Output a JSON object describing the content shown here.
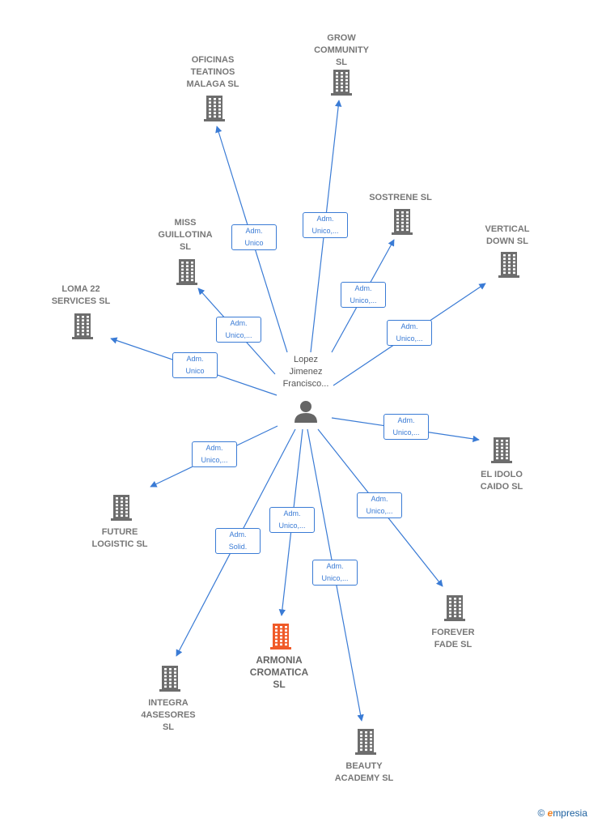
{
  "center": {
    "name": "Lopez\nJimenez\nFrancisco..."
  },
  "companies": [
    {
      "id": "grow",
      "name": "GROW\nCOMMUNITY\nSL",
      "role": "Adm.\nUnico,...",
      "highlight": false
    },
    {
      "id": "oficinas",
      "name": "OFICINAS\nTEATINOS\nMALAGA SL",
      "role": "Adm.\nUnico",
      "highlight": false
    },
    {
      "id": "sostrene",
      "name": "SOSTRENE  SL",
      "role": "Adm.\nUnico,...",
      "highlight": false
    },
    {
      "id": "vertical",
      "name": "VERTICAL\nDOWN  SL",
      "role": "Adm.\nUnico,...",
      "highlight": false
    },
    {
      "id": "miss",
      "name": "MISS\nGUILLOTINA\nSL",
      "role": "Adm.\nUnico,...",
      "highlight": false
    },
    {
      "id": "loma",
      "name": "LOMA 22\nSERVICES SL",
      "role": "Adm.\nUnico",
      "highlight": false
    },
    {
      "id": "idolo",
      "name": "EL IDOLO\nCAIDO  SL",
      "role": "Adm.\nUnico,...",
      "highlight": false
    },
    {
      "id": "future",
      "name": "FUTURE\nLOGISTIC  SL",
      "role": "Adm.\nUnico,...",
      "highlight": false
    },
    {
      "id": "forever",
      "name": "FOREVER\nFADE  SL",
      "role": "Adm.\nUnico,...",
      "highlight": false
    },
    {
      "id": "integra",
      "name": "INTEGRA\n4ASESORES\nSL",
      "role": "Adm.\nSolid.",
      "highlight": false
    },
    {
      "id": "armonia",
      "name": "ARMONIA\nCROMATICA\nSL",
      "role": "Adm.\nUnico,...",
      "highlight": true
    },
    {
      "id": "beauty",
      "name": "BEAUTY\nACADEMY SL",
      "role": "Adm.\nUnico,...",
      "highlight": false
    }
  ],
  "colors": {
    "edge": "#3a7bd5",
    "building": "#6d6d6d",
    "highlight": "#f05a28",
    "person": "#666666"
  },
  "brand": {
    "copyright": "©",
    "name": "mpresia",
    "initial": "e"
  }
}
